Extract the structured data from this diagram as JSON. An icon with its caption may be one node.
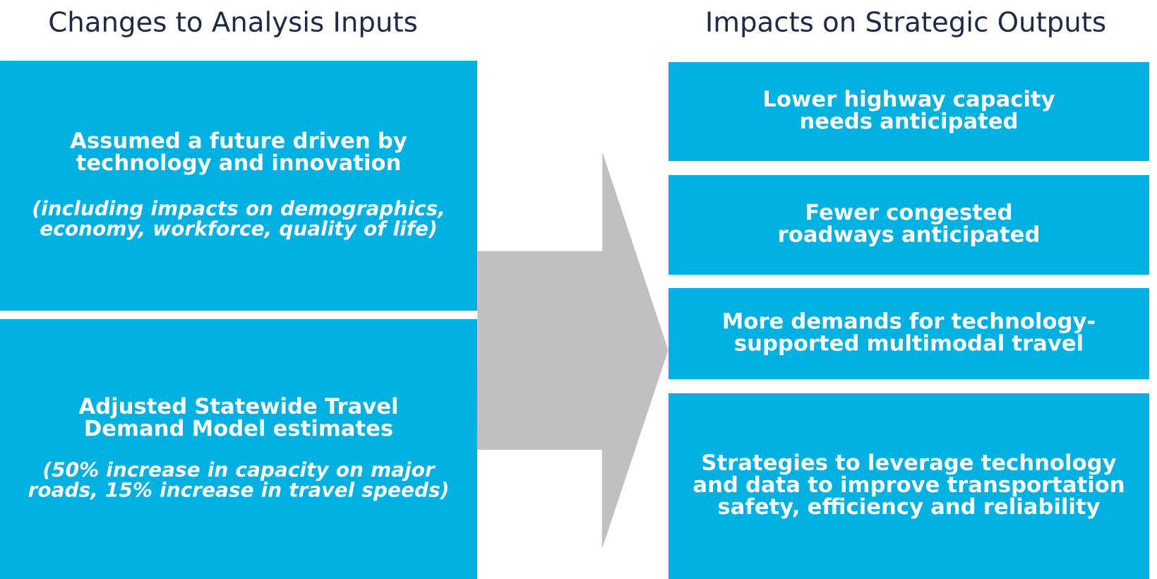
{
  "diagram": {
    "nodes": [
      {
        "text": [
          "Changes to Analysis Inputs"
        ]
      },
      {
        "text": [
          "Assumed a future driven by technology and innovation",
          "(including impacts on demographics, economy, workforce, quality of life)"
        ],
        "in": 0
      },
      {
        "text": [
          "Adjusted Statewide Travel Demand Model estimates",
          "(50% increase in capacity on major roads, 15% increase in travel speeds)"
        ],
        "in": 0
      },
      {
        "text": [
          "Impacts on Strategic Outputs"
        ]
      },
      {
        "text": [
          "Lower highway capacity needs anticipated"
        ],
        "in": 3
      },
      {
        "text": [
          "Fewer congested roadways anticipated"
        ],
        "in": 3
      },
      {
        "text": [
          "More demands for technology-supported multimodal travel"
        ],
        "in": 3
      },
      {
        "text": [
          "Strategies to leverage technology and data to improve transportation safety, efficiency and reliability"
        ],
        "in": 3
      }
    ],
    "edges": [
      {
        "from": 0,
        "to": 3,
        "arrow": "to"
      }
    ]
  }
}
